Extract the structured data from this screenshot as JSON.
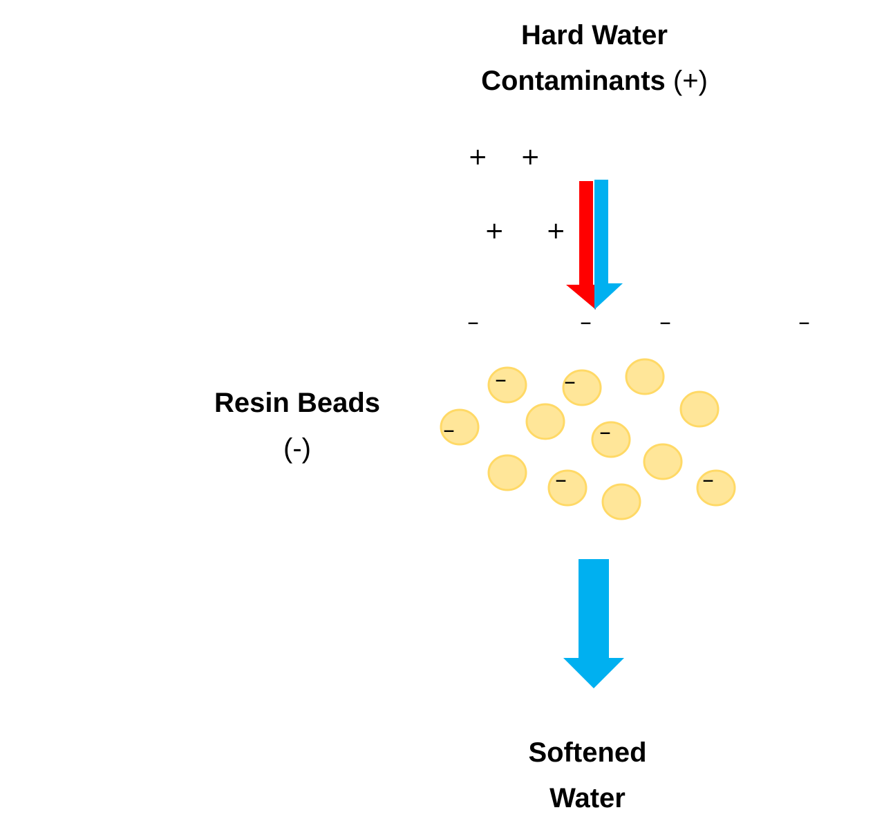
{
  "labels": {
    "hard_water_line1": "Hard Water",
    "hard_water_line2": "Contaminants",
    "hard_water_charge": "(+)",
    "resin_line1": "Resin Beads",
    "resin_charge": "(-)",
    "softened_line1": "Softened",
    "softened_line2": "Water"
  },
  "signs": {
    "positive": "+",
    "negative": "–"
  },
  "colors": {
    "hard_water_arrow": "#ff0000",
    "water_arrow": "#00b0f0",
    "bead_fill": "#ffe699",
    "bead_stroke": "#ffd966",
    "text": "#000000"
  }
}
